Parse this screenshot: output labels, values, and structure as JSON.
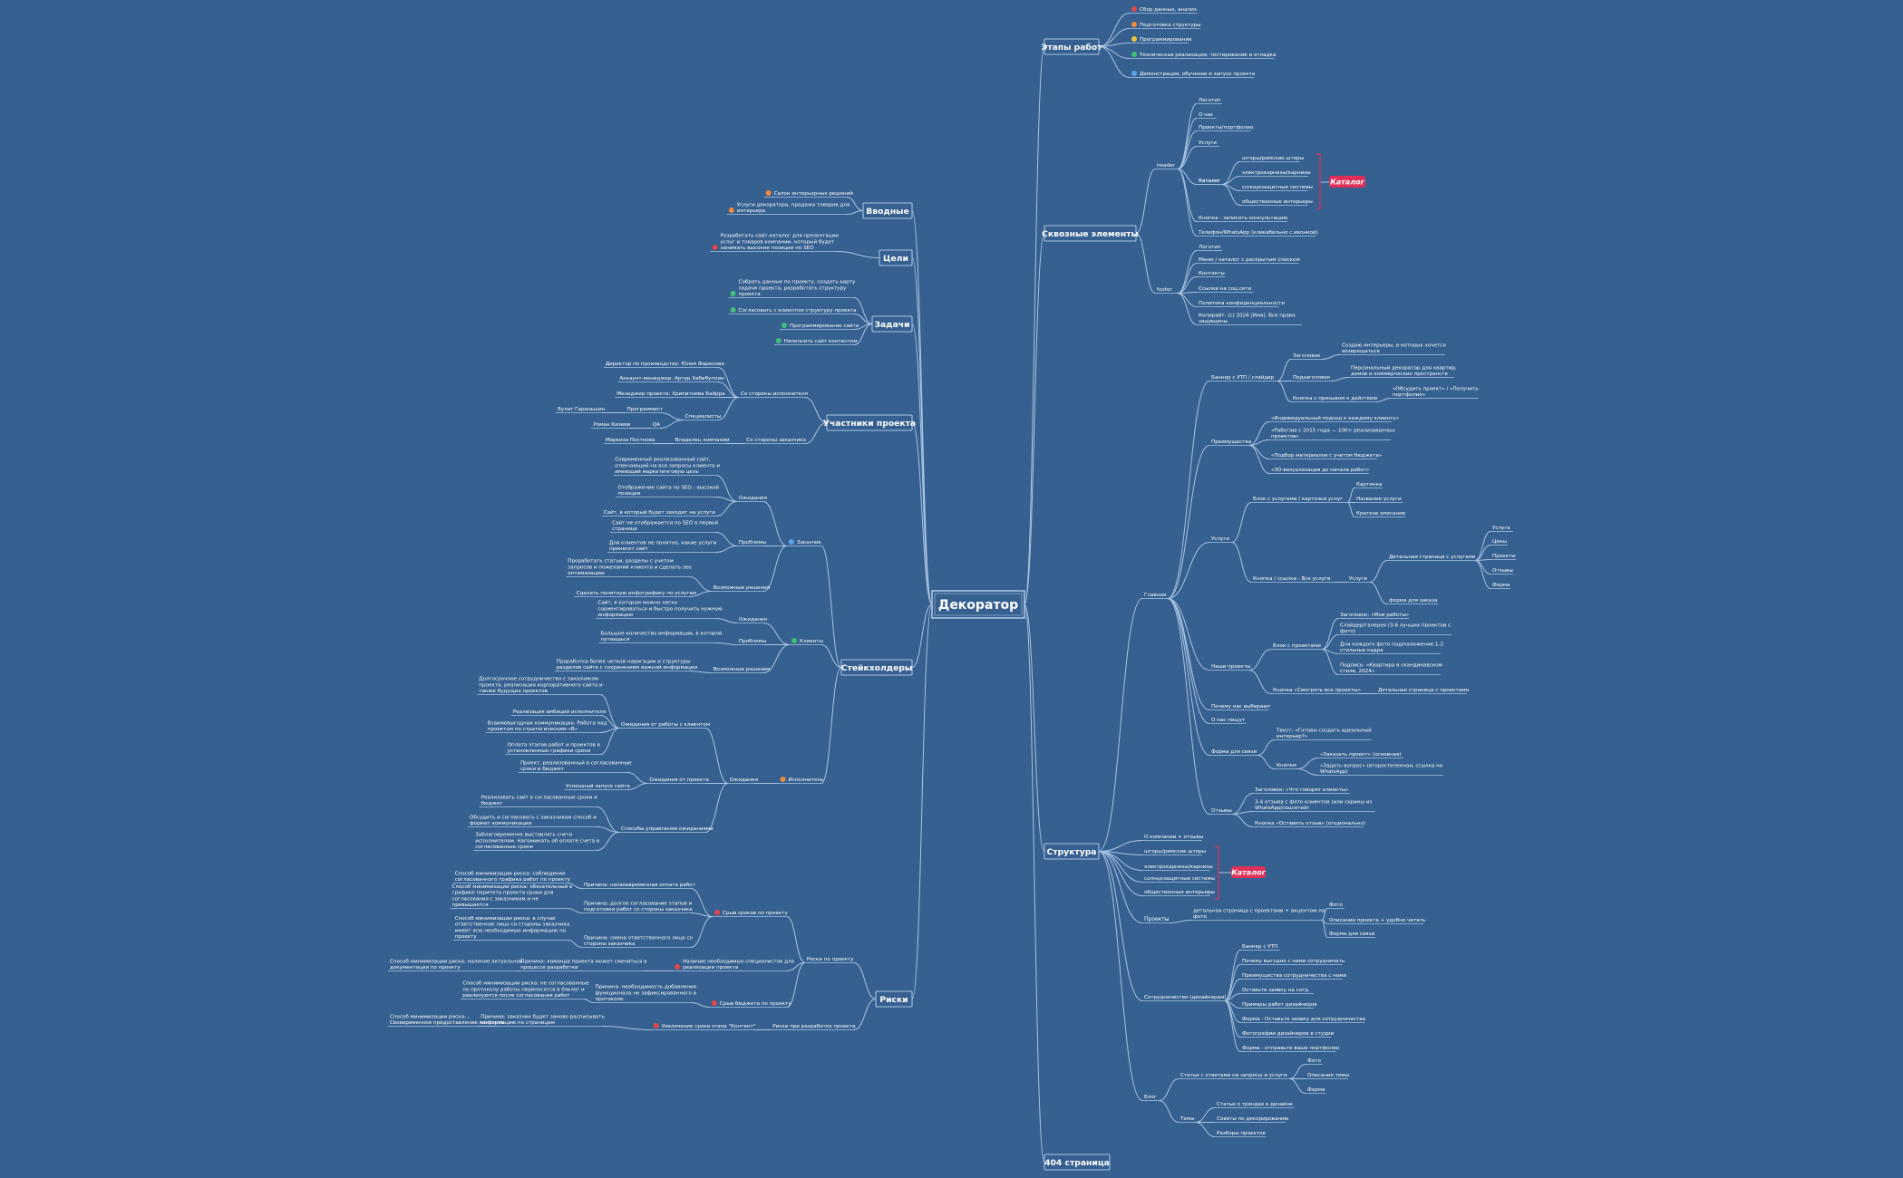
{
  "colors": {
    "background": "#36608f",
    "line": "#a9c4e4",
    "text": "#ffffff",
    "tag": "#e0305a",
    "red": "#e2464a",
    "orange": "#f08b3b",
    "yellow": "#f0c43c",
    "green": "#3fbf79",
    "blue": "#5aa3e6"
  },
  "root": {
    "label": "Декоратор"
  },
  "etapy": {
    "title": "Этапы работ",
    "items": [
      {
        "label": "Сбор данных, анализ",
        "icon": "1"
      },
      {
        "label": "Подготовка структуры",
        "icon": "2"
      },
      {
        "label": "Программирование",
        "icon": "3"
      },
      {
        "label": "Техническая реализация, тестирование и отладка",
        "icon": "4"
      },
      {
        "label": "Демонстрация, обучение и запуск проекта",
        "icon": "5"
      }
    ]
  },
  "skvoznye": {
    "title": "Сквозные элементы",
    "header": {
      "label": "header",
      "items": [
        "Логотип",
        "О нас",
        "Проекты/портфолио",
        "Услуги",
        "Каталог",
        "Кнопка - записать консультацию",
        "Телефон/WhatsApp (кликабельно с иконкой)"
      ],
      "catalog": [
        "шторы/римские шторы",
        "электрокарнизы/карнизы",
        "солнцезащитные системы",
        "обществанные интерьеры"
      ],
      "catalog_tag": "Каталог"
    },
    "footer": {
      "label": "footer",
      "items": [
        "Логотип",
        "Меню / каталог с раскрытым списком",
        "Контакты",
        "Ссылки на соц.сети",
        "Политика конфиденциальности",
        "Копирайт: (с) 2024 [Имя]. Все права защищены"
      ]
    }
  },
  "struktura": {
    "title": "Структура",
    "glavnaya": {
      "label": "Главная",
      "banner": {
        "label": "Баннер с УТП / слайдер",
        "zag_label": "Заголовок",
        "zag_text": "Создаю интерьеры, в которых хочется возвращаться",
        "podzag_label": "Подзаголовок",
        "podzag_text": "Персональный декоратор для квартир, домов и коммерческих пространств",
        "btn_label": "Кнопка с призывом к действию",
        "btn_text": "«Обсудить проект» / «Получить портфолио»"
      },
      "preim": {
        "label": "Преимущества",
        "items": [
          "«Индивидуальный подход к каждому клиенту»",
          "«Работаю с 2015 года — 100+ реализованных проектов»",
          "«Подбор материалов с учетом бюджета»",
          "«3D-визуализация до начала работ»"
        ]
      },
      "uslugi": {
        "label": "Услуги",
        "block": "Блок с услугами / карточки услуг",
        "card": [
          "Картинка",
          "Название услуги",
          "Краткое описание"
        ],
        "btn": "Кнопка / ссылка - Все услуги",
        "usl": "Услуги",
        "detail": "Детальная страница с услугами",
        "detail_items": [
          "Услуга",
          "Цены",
          "Проекты",
          "Отзывы",
          "Форма"
        ],
        "form": "форма для заказа"
      },
      "proekty": {
        "label": "Наши проекты",
        "block": "Блок с проектами",
        "items": [
          "Заголовок: «Мои работы»",
          "Слайдер/галерея (3-6 лучших проектов с фото)",
          "Для каждого фото под/наложение 1-2 стильных кадра",
          "Подпись: «Квартира в скандинавском стиле, 2024»"
        ],
        "btn": "Кнопка «Смотреть все проекты»",
        "detail": "Детальная страница с проектами"
      },
      "why": "Почему нас выбирают",
      "about": "О нас пишут",
      "forma": {
        "label": "Форма для связи",
        "text": "Текст: «Готовы создать идеальный интерьер?»",
        "btn": "Кнопки",
        "btns": [
          "«Заказать проект» (основная)",
          "«Задать вопрос» (второстепенная, ссылка на WhatsApp)"
        ]
      },
      "otzyvy": {
        "label": "Отзывы",
        "items": [
          "Заголовок: «Что говорят клиенты»",
          "3-4 отзыва с фото клиентов (или скрины из WhatsApp/соцсетей)",
          "Кнопка «Оставить отзыв» (опционально)"
        ]
      }
    },
    "list": [
      "О компании + отзывы",
      "шторы/римские шторы",
      "электрокарнизы/карнизы",
      "солнцезащитные системы",
      "общественные интерьеры"
    ],
    "catalog_tag": "Каталог",
    "projects": {
      "label": "Проекты",
      "detail": "детальная страница с проектами + акцентом на фото",
      "items": [
        "Фото",
        "Описание проекта + удобно читать",
        "Форма для связи"
      ]
    },
    "coop": {
      "label": "Сотрудничество (дизайнерам)",
      "items": [
        "Баннер с УТП",
        "Почему выгодно с нами сотрудничать",
        "Преимущества сотрудничества с нами",
        "Оставьте заявку на сотр.",
        "Примеры работ дизайнеров",
        "Форма - Оставьте заявку для сотрудничества",
        "Фотографии дизайнеров в студии",
        "Форма - отправьте ваше портфолио"
      ]
    },
    "blog": {
      "label": "Блог",
      "article": "Статьи с ответами на запросы и услуги",
      "article_items": [
        "Фото",
        "Описание темы",
        "Форма"
      ],
      "temy": "Темы",
      "temy_items": [
        "Статьи о трендах в дизайне",
        "Советы по декорированию",
        "Разборы проектов"
      ]
    }
  },
  "p404": {
    "title": "404 страница"
  },
  "vvodnye": {
    "title": "Вводные",
    "items": [
      {
        "label": "Салон интерьерных решений",
        "icon": "o"
      },
      {
        "label": "Услуги декоратора, продажа товаров для интерьера",
        "icon": "o"
      }
    ]
  },
  "celi": {
    "title": "Цели",
    "items": [
      {
        "label": "Разработать сайт-каталог для презентации услуг и товаров компании, который будет занимать высокие позиции по SEO",
        "icon": "r"
      }
    ]
  },
  "zadachi": {
    "title": "Задачи",
    "items": [
      "Собрать данные по проекту, создать карту задачи проекта, разработать структуру проекта",
      "Согласовать с клиентом структуру проекта",
      "Программирование сайта",
      "Наполнить сайт контентом"
    ]
  },
  "uchastniki": {
    "title": "Участники проекта",
    "isp": "Со стороны исполнителя",
    "isp_items": [
      "Директор по производству: Юлия Фаренова",
      "Аккаунт-менеджер: Артур Хабибуллин",
      "Менеджер проекта: Хрипитнева Байрра"
    ],
    "spec": "Специалисты",
    "prog": "Программист",
    "prog_name": "Булат Гараньшин",
    "qa": "QA",
    "qa_name": "Роман Кизеев",
    "zak": "Со стороны заказчика",
    "owner": "Владелец компании",
    "owner_name": "Маркиза Постнова"
  },
  "steik": {
    "title": "Стейкхолдеры",
    "zakazchik": {
      "label": "Заказчик",
      "ozh": "Ожидания",
      "ozh_items": [
        "Современный реализованный сайт, отвечающий на все запросы клиента и имеющий маркетинговую цель",
        "Отображение сайта по SEO - высокой позиции",
        "Сайт, в который будет заходит на услуги"
      ],
      "prob": "Проблемы",
      "prob_items": [
        "Сайт не отображается по SEO в первой странице",
        "Для клиентов не понятно, какие услуги принесет сайт"
      ],
      "vozm": "Возможные решения",
      "vozm_items": [
        "Проработать статьи, разделы с учетом запросов и пожеланий клиента и сделать seo оптимизацию",
        "Сделать понятную инфографику по услугам"
      ]
    },
    "klienty": {
      "label": "Клиенты",
      "ozh": "Ожидания",
      "ozh_items": [
        "Сайт, в котором можно легко сориентироваться и быстро получить нужную информацию"
      ],
      "prob": "Проблемы",
      "prob_items": [
        "Большое количество информации, в которой путаешься"
      ],
      "vozm": "Возможные решения",
      "vozm_items": [
        "Проработка более четкой навигации и структуры разделов сайта с сохранением важной информации"
      ]
    },
    "isp": {
      "label": "Исполнитель",
      "ozh": "Ожидания",
      "rab": "Ожидания от работы с клиентом",
      "rab_items": [
        "Долгосрочное сотрудничество с заказчиком проекта, реализация корпоративного сайта и также будущих проектов",
        "Реализация амбиций исполнителя",
        "Взаимовыгодная коммуникация. Работа над проектом по стратегическим-«В»",
        "Оплата этапов работ и проектов в установленные графики сроки"
      ],
      "proj": "Ожидания от проекта",
      "proj_items": [
        "Проект, реализованный в согласованные сроки и бюджет",
        "Успешный запуск сайта"
      ],
      "sposob": "Способы управления ожиданиями",
      "sposob_items": [
        "Реализовать сайт в согласованные сроки и бюджет",
        "Обсудить и согласовать с заказчиком способ и формат коммуникации",
        "Заблаговременно выставлять счета исполнителям. Напоминать об оплате счета в согласованные сроки"
      ]
    }
  },
  "riski": {
    "title": "Риски",
    "proekt": "Риски по проекту",
    "sroki": "Срыв сроков по проекту",
    "sroki_items": [
      {
        "reason": "Причина: несвоевременная оплата работ",
        "way": "Способ минимизации риска: соблюдение согласованного графика работ по проекту"
      },
      {
        "reason": "Причина: долгое согласование этапов и подготовки работ со стороны заказчика",
        "way": "Способ минимизации риска: обязательный в графике паритета проекта сроки для согласования с заказчиком и не превышается"
      },
      {
        "reason": "Причина: смена ответственного лица со стороны заказчика",
        "way": "Способ минимизации риска: в случае ответственное лицо со стороны заказчика имеет всю необходимую информацию по проекту"
      }
    ],
    "spec": "Наличие необходимых специалистов для реализации проекта",
    "spec_reason": "Причина: команда проекта может сменяться в процессе разработки",
    "spec_way": "Способ минимизации риска: наличие актуальной документации по проекту",
    "budget": "Срыв бюджета по проекту",
    "budget_reason": "Причина: необходимость добавления функционала не зафиксированного в протоколе",
    "budget_way": "Способ минимизации риска: не согласованные по протоколу работы переносятся в бэклог и реализуются после согласования работ",
    "razr": "Риски при разработке проекта",
    "kontent": "Увеличение срока этапа \"Контент\"",
    "kontent_reason": "Причина: заказчик будет заново распиcывать информацию по страницам",
    "kontent_way": "Способ минимизации риска: - Своевременное предоставление контента"
  }
}
